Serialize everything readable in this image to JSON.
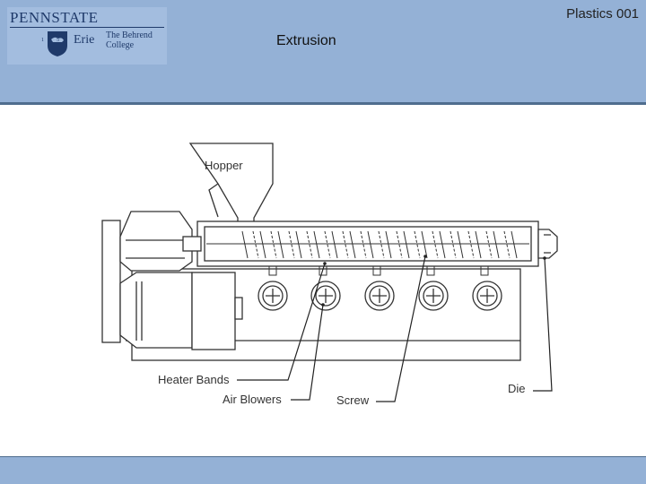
{
  "header": {
    "course_code": "Plastics 001",
    "title": "Extrusion",
    "logo": {
      "university": "PENNSTATE",
      "campus": "Erie",
      "college_line1": "The Behrend",
      "college_line2": "College",
      "year": "1 8 5 5"
    }
  },
  "diagram": {
    "labels": {
      "hopper": "Hopper",
      "heater_bands": "Heater Bands",
      "air_blowers": "Air Blowers",
      "screw": "Screw",
      "die": "Die"
    }
  }
}
